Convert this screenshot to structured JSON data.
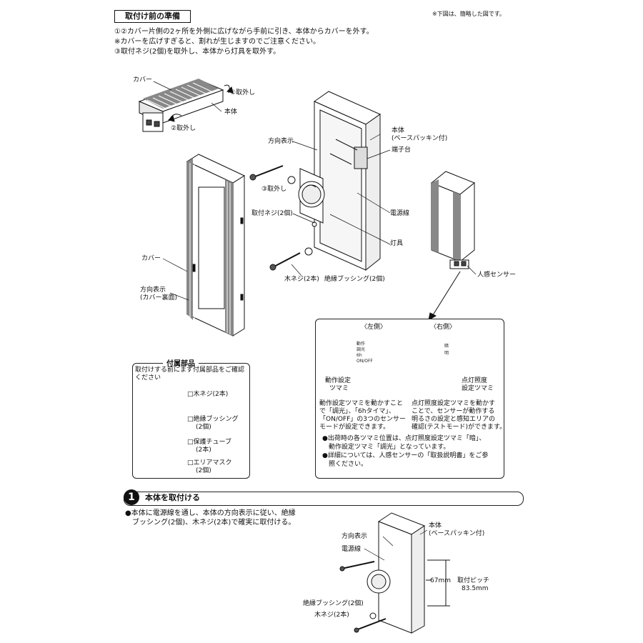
{
  "header": {
    "section_title": "取付け前の準備",
    "note": "※下図は、簡略した図です。"
  },
  "intro": [
    "①②カバー片側の2ヶ所を外側に広げながら手前に引き、本体からカバーを外す。",
    "※カバーを広げすぎると、割れが生じますのでご注意ください。",
    "③取付ネジ(2個)を取外し、本体から灯具を取外す。"
  ],
  "fig1": {
    "cover": "カバー",
    "remove1": "①取外し",
    "body": "本体",
    "remove2": "②取外し"
  },
  "fig_cover": {
    "cover": "カバー",
    "direction_line1": "方向表示",
    "direction_line2": "(カバー裏面)"
  },
  "fig_body": {
    "direction": "方向表示",
    "body_line1": "本体",
    "body_line2": "(ベースパッキン付)",
    "terminal": "端子台",
    "remove3": "③取外し",
    "power_line": "電源線",
    "mount_screw": "取付ネジ(2個)",
    "fixture": "灯具",
    "wood_screw": "木ネジ(2本)",
    "bushing": "絶縁ブッシング(2個)"
  },
  "sensor": {
    "label": "人感センサー",
    "left_heading": "〈左側〉",
    "right_heading": "〈右側〉",
    "left_knob_line1": "動作設定",
    "left_knob_line2": "ツマミ",
    "right_knob_line1": "点灯照度",
    "right_knob_line2": "設定ツマミ",
    "left_desc": [
      "動作設定ツマミを動かすこと",
      "で「調光」、「6hタイマ」、",
      "「ON/OFF」の3つのセンサー",
      "モードが設定できます。"
    ],
    "right_desc": [
      "点灯照度設定ツマミを動かす",
      "ことで、センサーが動作する",
      "明るさの設定と感知エリアの",
      "確認(テストモード)ができます。"
    ],
    "notes": [
      "●出荷時の各ツマミ位置は、点灯照度設定ツマミ「暗」、",
      "　動作設定ツマミ「調光」となっています。",
      "●詳細については、人感センサーの「取扱説明書」をご参",
      "　照ください。"
    ],
    "panel_left": [
      "動作",
      "調光",
      "6h",
      "ON/OFF"
    ],
    "panel_right": [
      "暗",
      "明"
    ]
  },
  "parts": {
    "title": "付属部品",
    "intro_line1": "取付けする前にまず付属部品をご確認",
    "intro_line2": "ください",
    "items": [
      {
        "line1": "□木ネジ(2本)",
        "line2": ""
      },
      {
        "line1": "□絶縁ブッシング",
        "line2": "(2個)"
      },
      {
        "line1": "□保護チューブ",
        "line2": "(2本)"
      },
      {
        "line1": "□エリアマスク",
        "line2": "(2個)"
      }
    ]
  },
  "step1": {
    "number": "1",
    "title": "本体を取付ける",
    "text_line1": "●本体に電源線を通し、本体の方向表示に従い、絶縁",
    "text_line2": "　ブッシング(2個)、木ネジ(2本)で確実に取付ける。",
    "body_line1": "本体",
    "body_line2": "(ベースパッキン付)",
    "direction": "方向表示",
    "power_line": "電源線",
    "dim1": "67mm",
    "pitch_label": "取付ピッチ",
    "pitch_value": "83.5mm",
    "bushing": "絶縁ブッシング(2個)",
    "wood_screw": "木ネジ(2本)"
  },
  "colors": {
    "line": "#111111",
    "shade": "#cfcfcf",
    "dark": "#555555"
  }
}
